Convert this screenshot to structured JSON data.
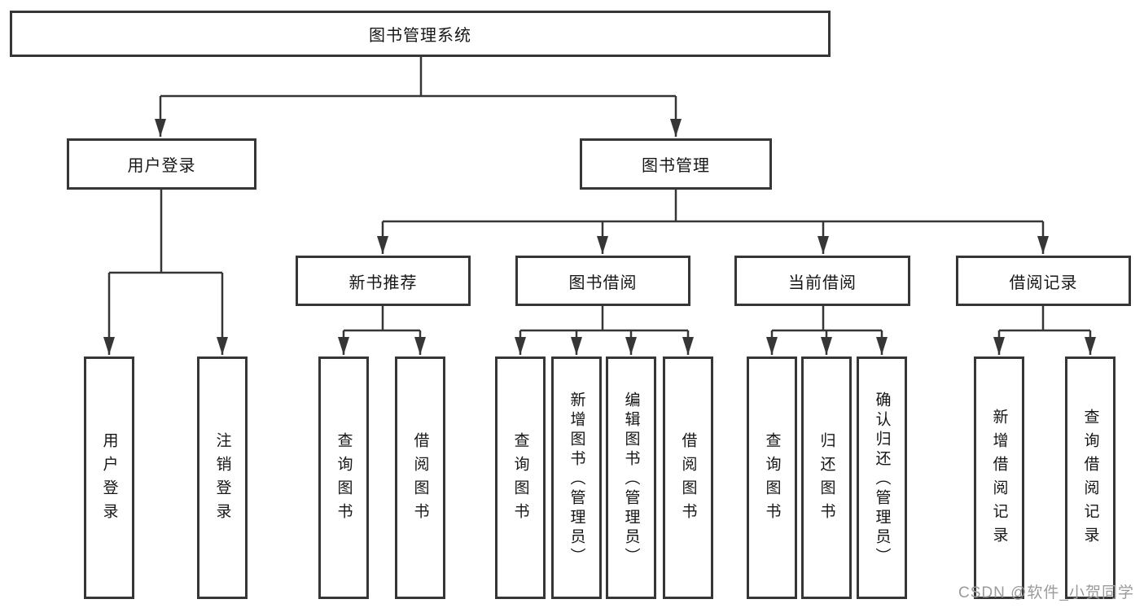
{
  "nodes": {
    "root": "图书管理系统",
    "user_login": "用户登录",
    "book_management": "图书管理",
    "new_book_recommendation": "新书推荐",
    "book_borrowing": "图书借阅",
    "current_borrowing": "当前借阅",
    "borrowing_records": "借阅记录"
  },
  "leaves": [
    {
      "label": "用户登录"
    },
    {
      "label": "注销登录"
    },
    {
      "label": "查询图书"
    },
    {
      "label": "借阅图书"
    },
    {
      "label": "查询图书"
    },
    {
      "label": "新增图书（管理员）"
    },
    {
      "label": "编辑图书（管理员）"
    },
    {
      "label": "借阅图书"
    },
    {
      "label": "查询图书"
    },
    {
      "label": "归还图书"
    },
    {
      "label": "确认归还（管理员）"
    },
    {
      "label": "新增借阅记录"
    },
    {
      "label": "查询借阅记录"
    }
  ],
  "watermark": "CSDN @软件_小贺同学",
  "colors": {
    "line": "#363636",
    "box_border": "#363636",
    "box_fill": "#ffffff",
    "text": "#161616",
    "watermark": "#9b9b9b",
    "background": "#ffffff"
  }
}
